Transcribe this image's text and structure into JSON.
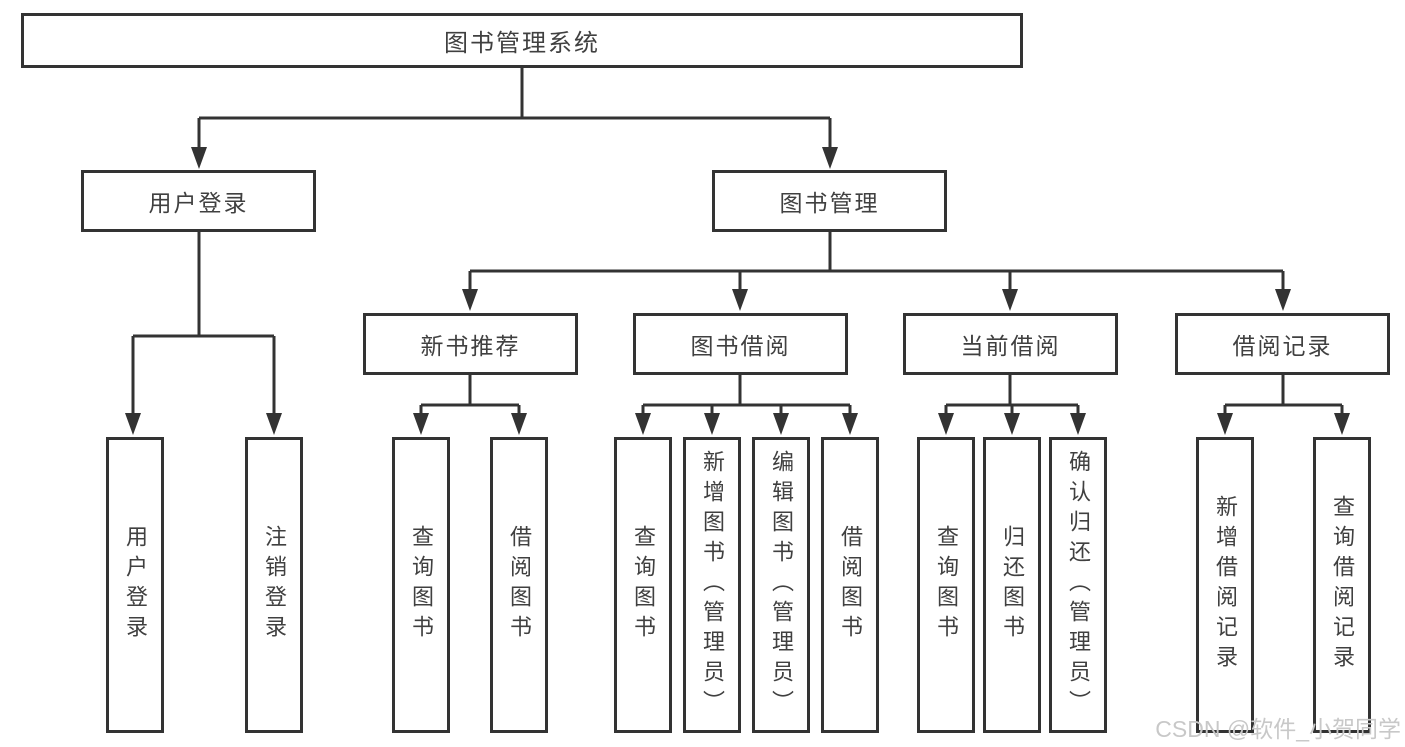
{
  "diagram": {
    "root": {
      "label": "图书管理系统"
    },
    "level2": [
      {
        "label": "用户登录"
      },
      {
        "label": "图书管理"
      }
    ],
    "level3": [
      {
        "label": "新书推荐"
      },
      {
        "label": "图书借阅"
      },
      {
        "label": "当前借阅"
      },
      {
        "label": "借阅记录"
      }
    ],
    "leaves": {
      "user_login": [
        {
          "label": "用户登录"
        },
        {
          "label": "注销登录"
        }
      ],
      "new_book_recommend": [
        {
          "label": "查询图书"
        },
        {
          "label": "借阅图书"
        }
      ],
      "book_borrow": [
        {
          "label": "查询图书"
        },
        {
          "label": "新增图书（管理员）"
        },
        {
          "label": "编辑图书（管理员）"
        },
        {
          "label": "借阅图书"
        }
      ],
      "current_borrow": [
        {
          "label": "查询图书"
        },
        {
          "label": "归还图书"
        },
        {
          "label": "确认归还（管理员）"
        }
      ],
      "borrow_record": [
        {
          "label": "新增借阅记录"
        },
        {
          "label": "查询借阅记录"
        }
      ]
    },
    "watermark": "CSDN @软件_小贺同学",
    "colors": {
      "line": "#333333",
      "box_border": "#333333",
      "text": "#404040",
      "watermark": "#c8c8c8",
      "background": "#ffffff"
    }
  }
}
